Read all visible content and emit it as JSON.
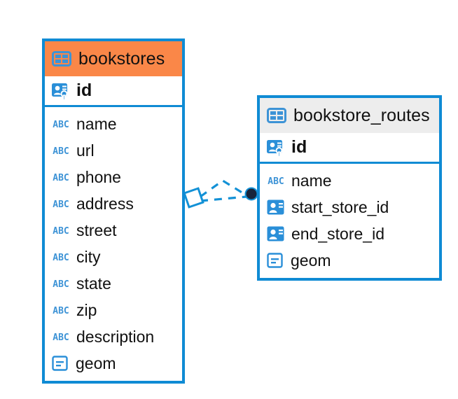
{
  "diagram": {
    "type": "entity-relationship-diagram",
    "background_color": "#ffffff",
    "accent_color": "#0f8bd4",
    "highlight_color": "#fa8748",
    "header_gray": "#ededed"
  },
  "entities": [
    {
      "name": "bookstores",
      "header_style": "orange",
      "table_icon": "table-icon",
      "primary_key": {
        "label": "id",
        "icon": "primary-key-icon"
      },
      "fields": [
        {
          "label": "name",
          "icon": "abc-text-icon"
        },
        {
          "label": "url",
          "icon": "abc-text-icon"
        },
        {
          "label": "phone",
          "icon": "abc-text-icon"
        },
        {
          "label": "address",
          "icon": "abc-text-icon"
        },
        {
          "label": "street",
          "icon": "abc-text-icon"
        },
        {
          "label": "city",
          "icon": "abc-text-icon"
        },
        {
          "label": "state",
          "icon": "abc-text-icon"
        },
        {
          "label": "zip",
          "icon": "abc-text-icon"
        },
        {
          "label": "description",
          "icon": "abc-text-icon"
        },
        {
          "label": "geom",
          "icon": "geometry-icon"
        }
      ]
    },
    {
      "name": "bookstore_routes",
      "header_style": "gray",
      "table_icon": "table-icon",
      "primary_key": {
        "label": "id",
        "icon": "primary-key-icon"
      },
      "fields": [
        {
          "label": "name",
          "icon": "abc-text-icon"
        },
        {
          "label": "start_store_id",
          "icon": "foreign-key-icon"
        },
        {
          "label": "end_store_id",
          "icon": "foreign-key-icon"
        },
        {
          "label": "geom",
          "icon": "geometry-icon"
        }
      ]
    }
  ],
  "relationship": {
    "from": "bookstores",
    "to": "bookstore_routes",
    "line_style": "dashed",
    "source_marker": "diamond-marker",
    "target_marker": "filled-circle-marker",
    "color": "#0f8bd4"
  }
}
